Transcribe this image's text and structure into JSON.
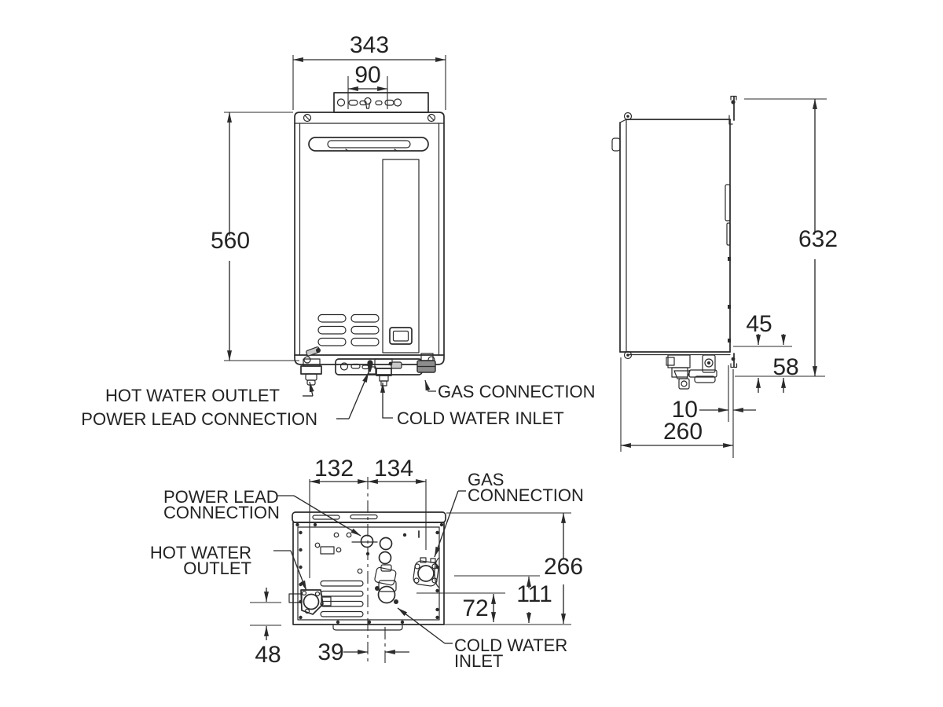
{
  "front_view": {
    "dim_width": "343",
    "dim_bracket": "90",
    "dim_height": "560",
    "label_hot_water_outlet": "HOT WATER OUTLET",
    "label_power_lead_connection": "POWER LEAD CONNECTION",
    "label_gas_connection": "GAS CONNECTION",
    "label_cold_water_inlet": "COLD WATER INLET"
  },
  "side_view": {
    "dim_height": "632",
    "dim_45": "45",
    "dim_58": "58",
    "dim_bracket_offset": "10",
    "dim_depth": "260"
  },
  "bottom_view": {
    "dim_132": "132",
    "dim_134": "134",
    "dim_266": "266",
    "dim_111": "111",
    "dim_72": "72",
    "dim_48": "48",
    "dim_39": "39",
    "label_power_lead_1": "POWER LEAD",
    "label_power_lead_2": "CONNECTION",
    "label_hot_water_1": "HOT WATER",
    "label_hot_water_2": "OUTLET",
    "label_gas_1": "GAS",
    "label_gas_2": "CONNECTION",
    "label_cold_water_1": "COLD WATER",
    "label_cold_water_2": "INLET"
  },
  "colors": {
    "line": "#2b2b2b",
    "text": "#232323",
    "background": "#ffffff"
  }
}
